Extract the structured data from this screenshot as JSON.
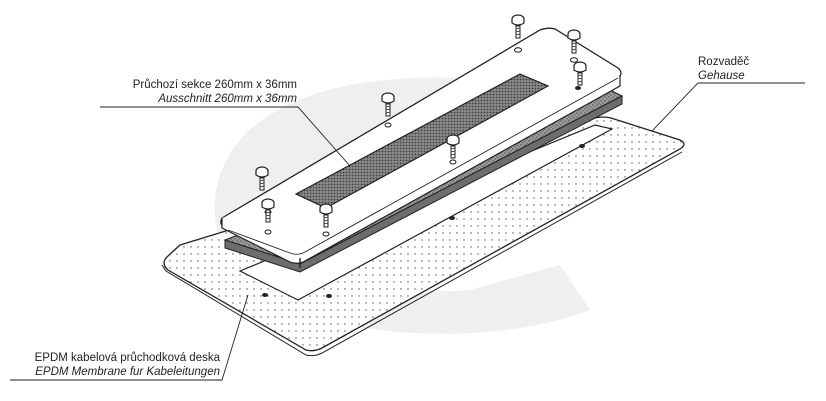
{
  "labels": {
    "cutout": {
      "cz": "Průchozí sekce 260mm x 36mm",
      "de": "Ausschnitt 260mm x 36mm"
    },
    "housing": {
      "cz": "Rozvaděč",
      "de": "Gehause"
    },
    "membrane": {
      "cz": "EPDM kabelová průchodková deska",
      "de": "EPDM Membrane fur Kabeleitungen"
    }
  },
  "colors": {
    "line": "#222222",
    "backdrop": "#efefef",
    "mesh": "#6a6a6a",
    "gasket": "#8c8c8c"
  },
  "icons": [
    "screw-icon"
  ]
}
